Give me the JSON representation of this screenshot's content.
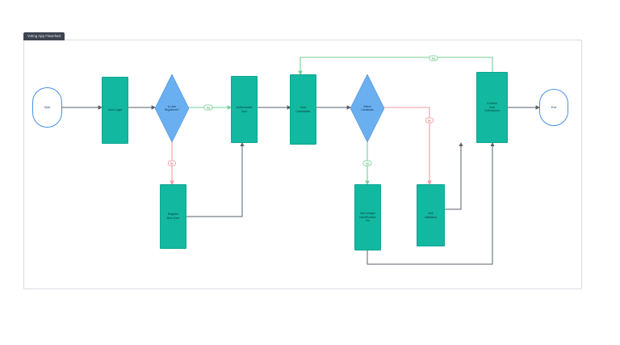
{
  "window": {
    "title": "Voting App Flowchart"
  },
  "diagram": {
    "type": "flowchart",
    "orientation": "left-to-right",
    "colors": {
      "process_fill": "#13b8a0",
      "process_stroke": "#0fa692",
      "decision_fill": "#6ab0f0",
      "decision_stroke": "#4a90e2",
      "terminal_stroke": "#4a90e2",
      "terminal_fill": "#ffffff",
      "edge_default": "#5a6068",
      "edge_yes": "#6fcf97",
      "edge_no": "#f19aa2",
      "canvas_border": "#d9dce1",
      "title_tab_bg": "#3c4450"
    },
    "nodes": [
      {
        "id": "start",
        "shape": "terminal",
        "label": "Start"
      },
      {
        "id": "user-login",
        "shape": "process",
        "label": "User Login"
      },
      {
        "id": "is-registered",
        "shape": "decision",
        "label": "Is User\nRegistered?"
      },
      {
        "id": "register-new",
        "shape": "process",
        "label": "Register\nNew User"
      },
      {
        "id": "authenticate",
        "shape": "process",
        "label": "Authenticate\nUser"
      },
      {
        "id": "view-cands",
        "shape": "process",
        "label": "View\nCandidates"
      },
      {
        "id": "select-cand",
        "shape": "decision",
        "label": "Select\nCandidate"
      },
      {
        "id": "add-unique-id",
        "shape": "process",
        "label": "Add Unique\nIdentification\nNo"
      },
      {
        "id": "ask-validation",
        "shape": "process",
        "label": "Ask\nValidation"
      },
      {
        "id": "confirm-vote",
        "shape": "process",
        "label": "Confirm\nVote\nSubmission"
      },
      {
        "id": "end",
        "shape": "terminal",
        "label": "End"
      }
    ],
    "edge_labels": [
      {
        "id": "yes-registered",
        "text": "Yes",
        "kind": "yes"
      },
      {
        "id": "no-registered",
        "text": "No",
        "kind": "no"
      },
      {
        "id": "yes-loop-top",
        "text": "Yes",
        "kind": "yes"
      },
      {
        "id": "no-select",
        "text": "No",
        "kind": "no"
      },
      {
        "id": "yes-select",
        "text": "Yes",
        "kind": "yes"
      }
    ]
  }
}
